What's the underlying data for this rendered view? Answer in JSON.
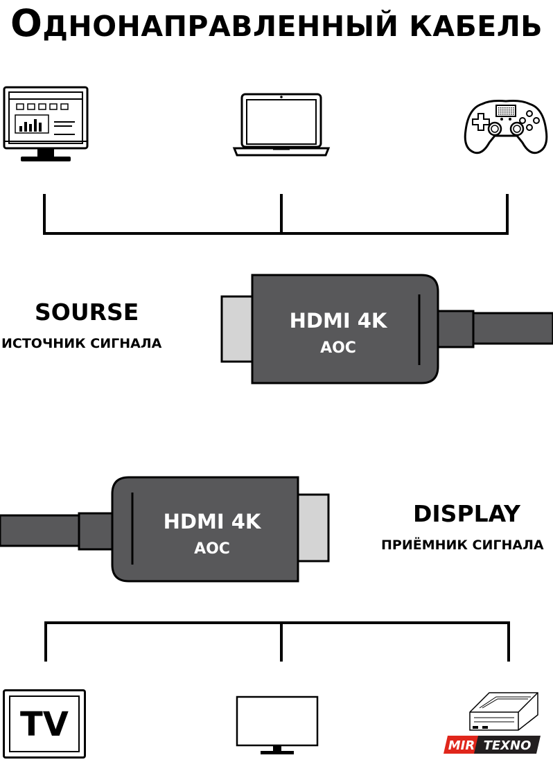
{
  "title": "Однонаправленный кабель",
  "source": {
    "label": "SOURSE",
    "sublabel": "ИСТОЧНИК СИГНАЛА",
    "connector_label": "HDMI 4K",
    "connector_sublabel": "AOC"
  },
  "display": {
    "label": "DISPLAY",
    "sublabel": "ПРИЁМНИК СИГНАЛА",
    "connector_label": "HDMI 4K",
    "connector_sublabel": "AOC"
  },
  "source_devices": [
    {
      "icon": "desktop-monitor-icon"
    },
    {
      "icon": "laptop-icon"
    },
    {
      "icon": "gamepad-icon"
    }
  ],
  "display_devices": [
    {
      "icon": "tv-icon",
      "text": "TV"
    },
    {
      "icon": "monitor-icon"
    },
    {
      "icon": "projector-icon"
    }
  ],
  "brand": {
    "part1": "MIR",
    "part2": "TEXNO"
  },
  "colors": {
    "connector_body": "#58585a",
    "connector_plug": "#d4d4d4",
    "cable": "#58585a",
    "brand_red": "#e0261b",
    "brand_dark": "#231f20"
  }
}
